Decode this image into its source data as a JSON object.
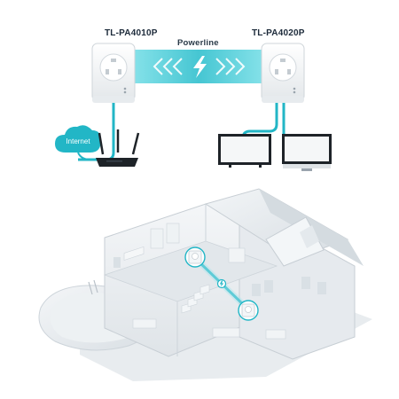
{
  "diagram": {
    "adapter_left": "TL-PA4010P",
    "adapter_right": "TL-PA4020P",
    "link_label": "Powerline",
    "internet_label": "Internet"
  },
  "colors": {
    "accent": "#22b6c6",
    "accent_light": "#7fdde6",
    "device_dark": "#1e2328",
    "house": "#dde3e8"
  },
  "icons": [
    "lightning-bolt-icon",
    "cloud-icon",
    "router-icon",
    "tv-icon",
    "monitor-icon",
    "powerline-adapter-icon",
    "house-illustration"
  ]
}
